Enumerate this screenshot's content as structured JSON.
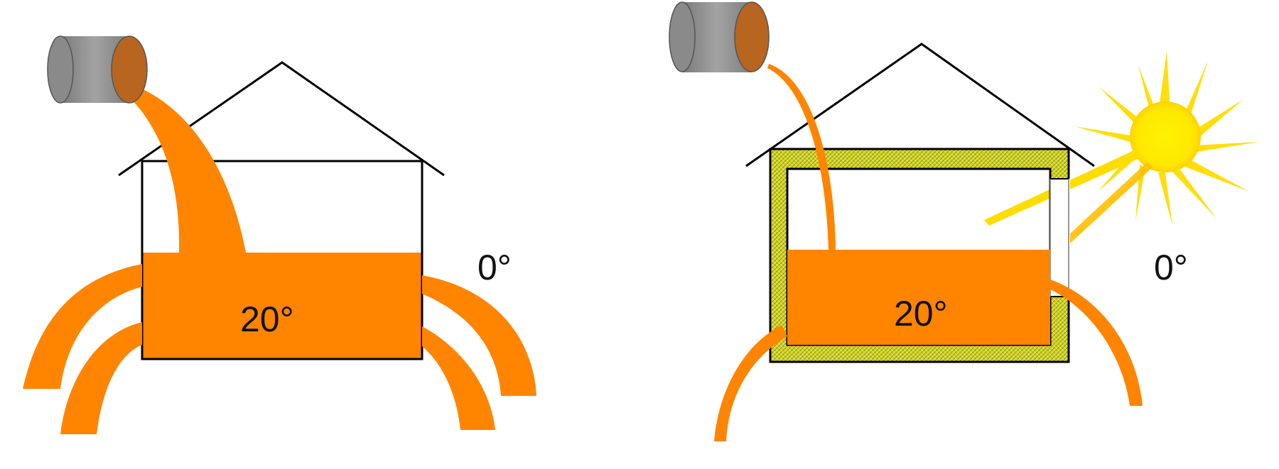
{
  "panels": [
    {
      "name": "uninsulated-house",
      "inside_temperature": "20°",
      "outside_temperature": "0°"
    },
    {
      "name": "insulated-house",
      "inside_temperature": "20°",
      "outside_temperature": "0°"
    }
  ],
  "colors": {
    "heat": "#ff8400",
    "insulation": "#cfd22a",
    "sun": "#ffee00",
    "can_body": "#8c8c8c",
    "can_opening": "#b8651f"
  },
  "icons": [
    "pouring-can-icon",
    "sun-icon"
  ]
}
